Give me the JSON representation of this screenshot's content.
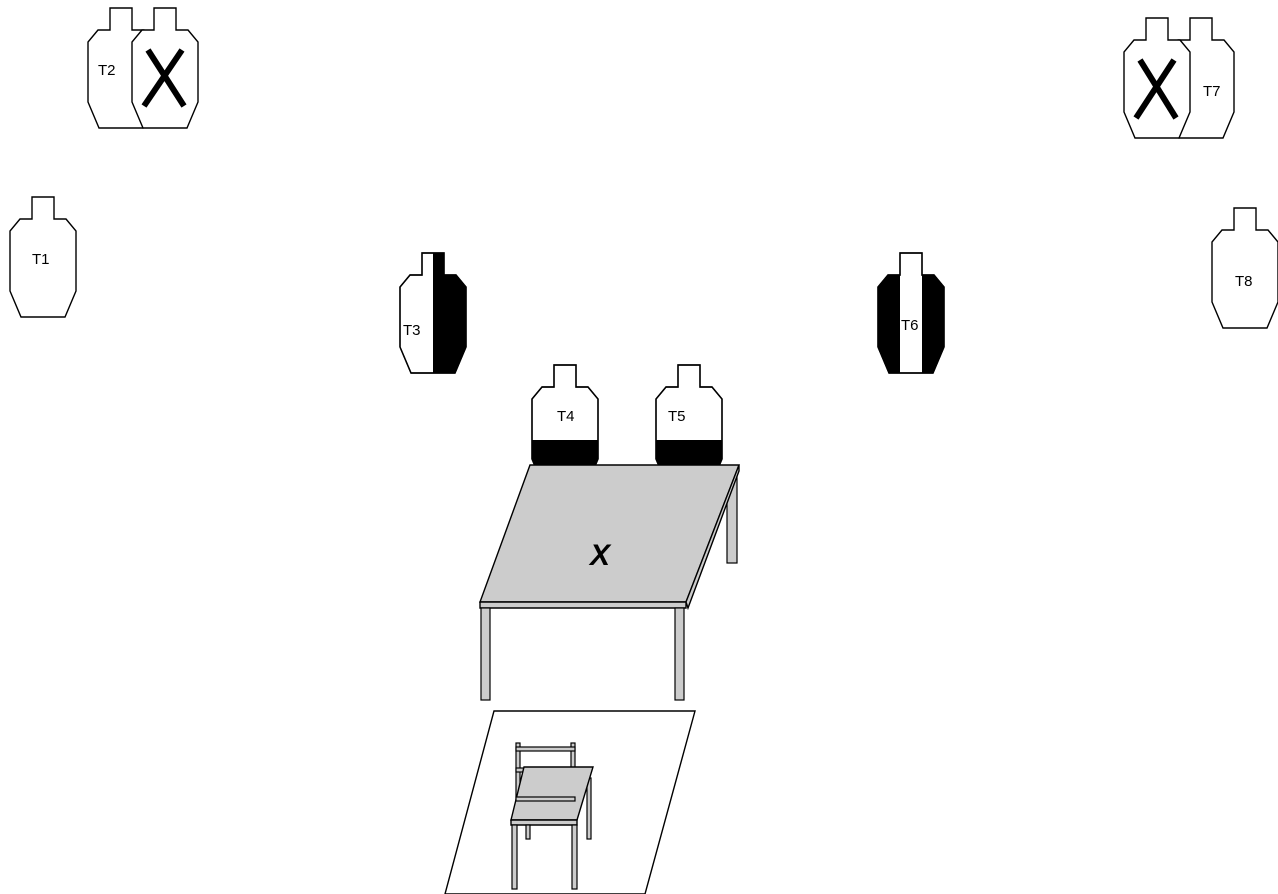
{
  "targets": [
    {
      "id": "t1",
      "label": "T1",
      "status": "shoot"
    },
    {
      "id": "t2",
      "label": "T2",
      "status": "shoot"
    },
    {
      "id": "t2-noshoot",
      "label": "",
      "status": "no-shoot"
    },
    {
      "id": "t3",
      "label": "T3",
      "status": "right half hard cover"
    },
    {
      "id": "t4",
      "label": "T4",
      "status": "lower part hard cover"
    },
    {
      "id": "t5",
      "label": "T5",
      "status": "lower part hard cover"
    },
    {
      "id": "t6",
      "label": "T6",
      "status": "both sides hard cover"
    },
    {
      "id": "t7-noshoot",
      "label": "",
      "status": "no-shoot"
    },
    {
      "id": "t7",
      "label": "T7",
      "status": "shoot"
    },
    {
      "id": "t8",
      "label": "T8",
      "status": "shoot"
    }
  ],
  "table": {
    "mark": "X"
  },
  "colors": {
    "outline": "#000000",
    "fill": "#ffffff",
    "hard_cover": "#000000",
    "furniture": "#cccccc"
  }
}
